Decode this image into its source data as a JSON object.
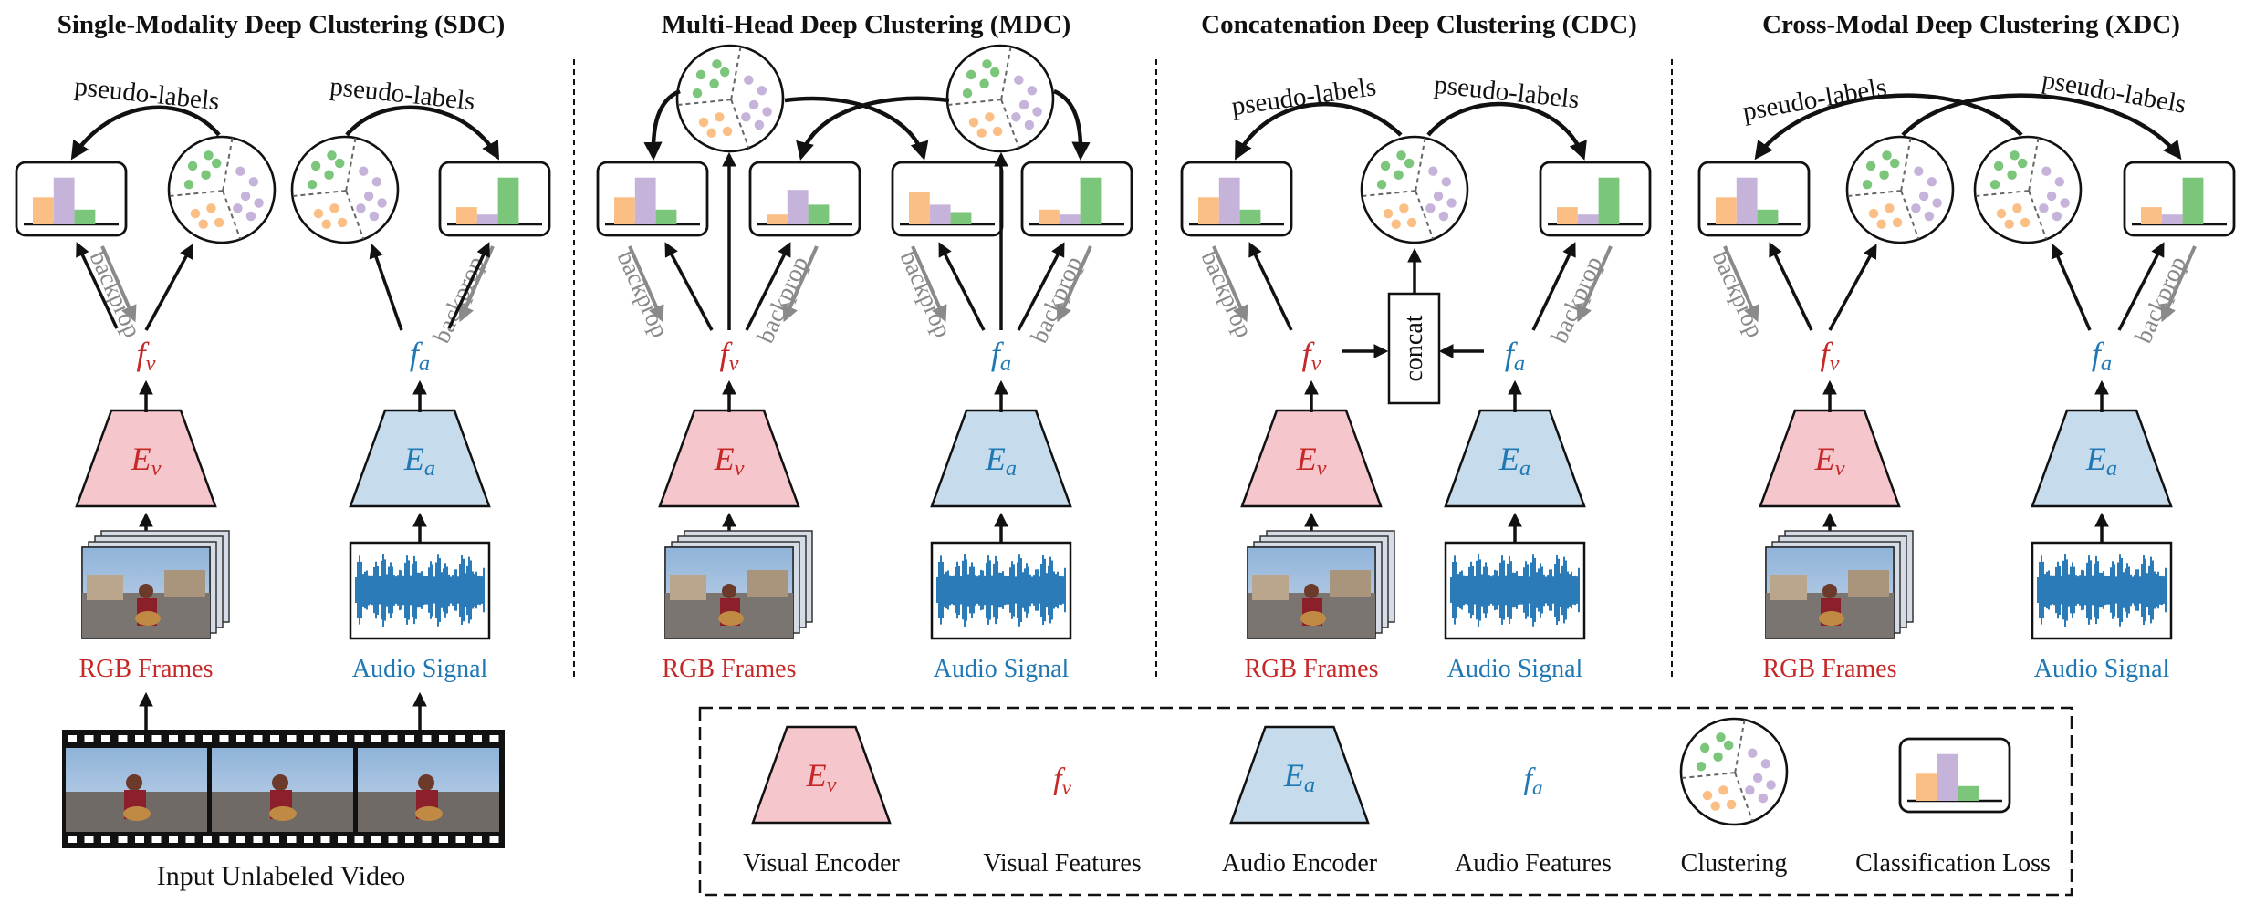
{
  "panels": [
    {
      "title": "Single-Modality Deep Clustering (SDC)",
      "rgb_label": "RGB Frames",
      "audio_label": "Audio Signal"
    },
    {
      "title": "Multi-Head Deep Clustering (MDC)",
      "rgb_label": "RGB Frames",
      "audio_label": "Audio Signal"
    },
    {
      "title": "Concatenation Deep Clustering (CDC)",
      "rgb_label": "RGB Frames",
      "audio_label": "Audio Signal"
    },
    {
      "title": "Cross-Modal Deep Clustering (XDC)",
      "rgb_label": "RGB Frames",
      "audio_label": "Audio Signal"
    }
  ],
  "symbols": {
    "visual_encoder_main": "E",
    "visual_encoder_sub": "v",
    "audio_encoder_main": "E",
    "audio_encoder_sub": "a",
    "visual_feature_main": "f",
    "visual_feature_sub": "v",
    "audio_feature_main": "f",
    "audio_feature_sub": "a"
  },
  "pseudo_labels": "pseudo-labels",
  "backprop": "backprop",
  "concat": "concat",
  "input_label": "Input Unlabeled Video",
  "legend": {
    "items": [
      "Visual Encoder",
      "Visual Features",
      "Audio Encoder",
      "Audio Features",
      "Clustering",
      "Classification Loss"
    ]
  },
  "colors": {
    "visual": "#c62828",
    "audio": "#1f78b4",
    "visual_encoder_fill": "#f5c6cb",
    "audio_encoder_fill": "#c6dcec",
    "bar_orange": "#fbbf85",
    "bar_purple": "#c6b3da",
    "bar_green": "#7bc67b",
    "wave": "#2a7bb8"
  }
}
